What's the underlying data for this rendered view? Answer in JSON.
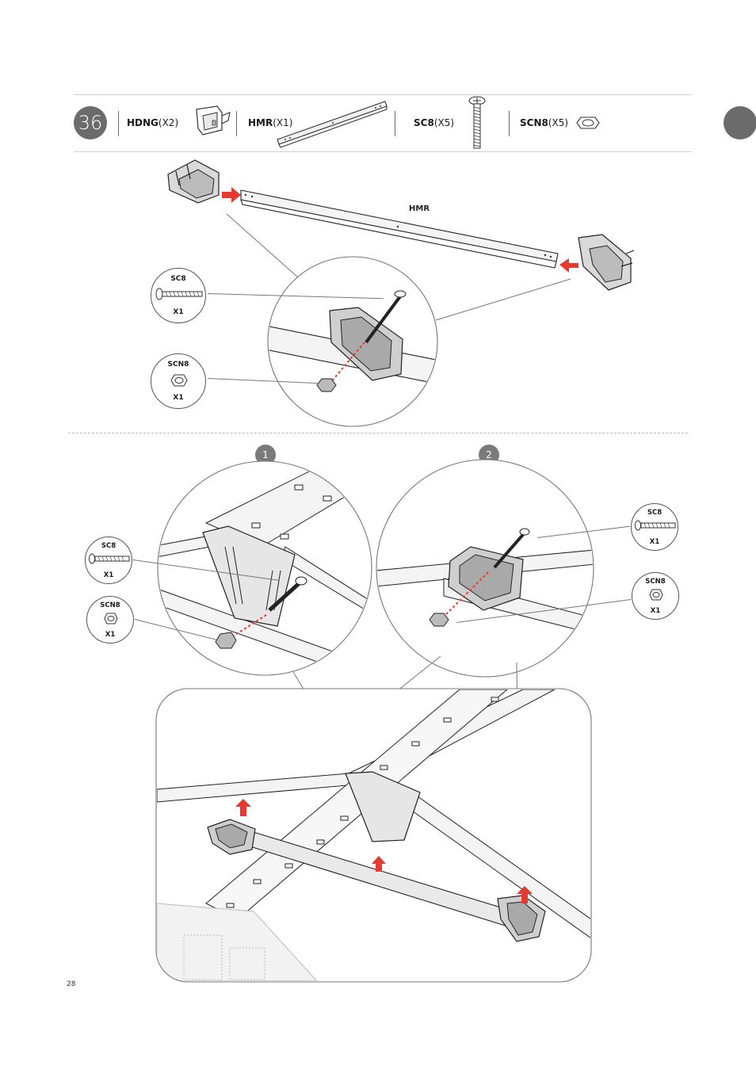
{
  "step": {
    "number": "36"
  },
  "parts": [
    {
      "code": "HDNG",
      "qty": "(X2)"
    },
    {
      "code": "HMR",
      "qty": "(X1)"
    },
    {
      "code": "SC8",
      "qty": "(X5)"
    },
    {
      "code": "SCN8",
      "qty": "(X5)"
    }
  ],
  "top_diagram": {
    "beam_label": "HMR",
    "callouts": [
      {
        "name": "SC8",
        "qty": "X1"
      },
      {
        "name": "SCN8",
        "qty": "X1"
      }
    ]
  },
  "sub_steps": [
    {
      "number": "1",
      "callouts": [
        {
          "name": "SC8",
          "qty": "X1"
        },
        {
          "name": "SCN8",
          "qty": "X1"
        }
      ]
    },
    {
      "number": "2",
      "callouts": [
        {
          "name": "SC8",
          "qty": "X1"
        },
        {
          "name": "SCN8",
          "qty": "X1"
        }
      ]
    }
  ],
  "page_number": "28",
  "colors": {
    "arrow": "#e53a2e",
    "line": "#555555",
    "part_fill": "#d9d9d9"
  },
  "icons": [
    "bracket-icon",
    "beam-icon",
    "screw-icon",
    "nut-icon",
    "red-arrow-icon"
  ]
}
